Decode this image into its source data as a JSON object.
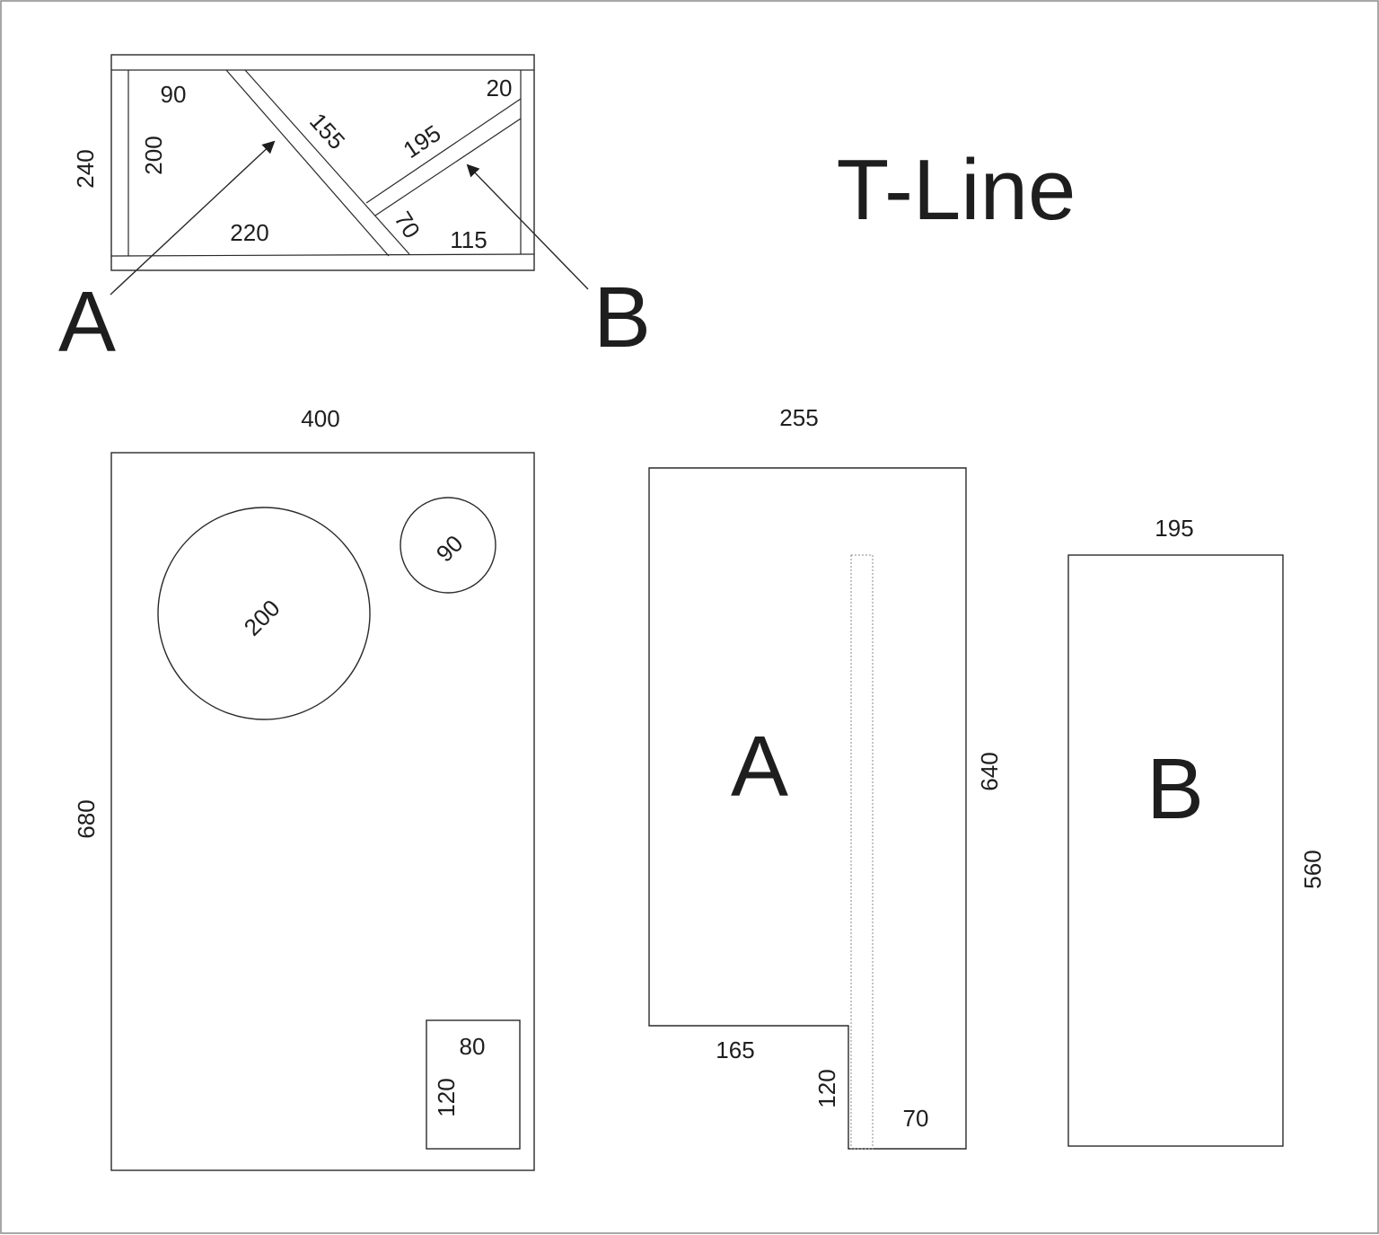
{
  "title": "T-Line",
  "colors": {
    "line": "#2a2a2a",
    "text": "#1e1e1e",
    "background": "#ffffff",
    "border": "#8a8a8a"
  },
  "section": {
    "height": "240",
    "d90": "90",
    "d200": "200",
    "d220": "220",
    "d155": "155",
    "d195": "195",
    "d20": "20",
    "d70": "70",
    "d115": "115",
    "callout_a": "A",
    "callout_b": "B"
  },
  "front_panel": {
    "width": "400",
    "height": "680",
    "woofer": "200",
    "tweeter": "90",
    "port_width": "80",
    "port_height": "120"
  },
  "panel_a": {
    "label": "A",
    "width": "255",
    "height": "640",
    "step_width": "165",
    "step_height": "120",
    "slot_width": "70"
  },
  "panel_b": {
    "label": "B",
    "width": "195",
    "height": "560"
  }
}
